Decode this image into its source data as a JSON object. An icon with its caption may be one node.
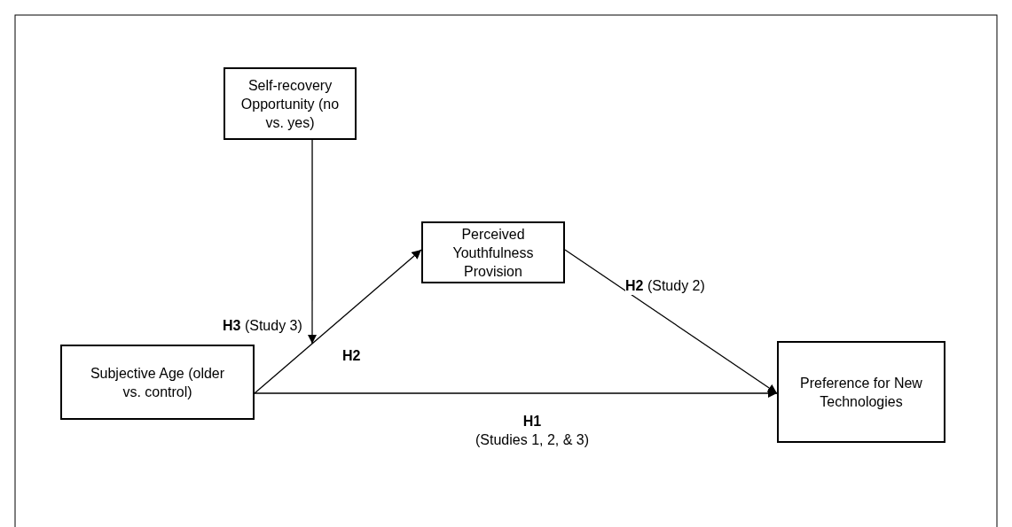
{
  "diagram": {
    "nodes": [
      {
        "text": [
          "Self-recovery Opportunity (no vs. yes)"
        ]
      },
      {
        "text": [
          "Perceived Youthfulness Provision"
        ]
      },
      {
        "text": [
          "Subjective Age (older vs. control)"
        ]
      },
      {
        "text": [
          "Preference for New Technologies"
        ]
      }
    ],
    "edges": [
      {
        "from": 0,
        "to": null,
        "arrow": "to",
        "label": "**H3** (Study 3)"
      },
      {
        "from": 2,
        "to": 1,
        "arrow": "to",
        "label": "**H2**"
      },
      {
        "from": 1,
        "to": 3,
        "arrow": "to",
        "label": "**H2** (Study 2)"
      },
      {
        "from": 2,
        "to": 3,
        "arrow": "to",
        "label": "**H1** (Studies 1, 2, & 3)"
      }
    ]
  }
}
